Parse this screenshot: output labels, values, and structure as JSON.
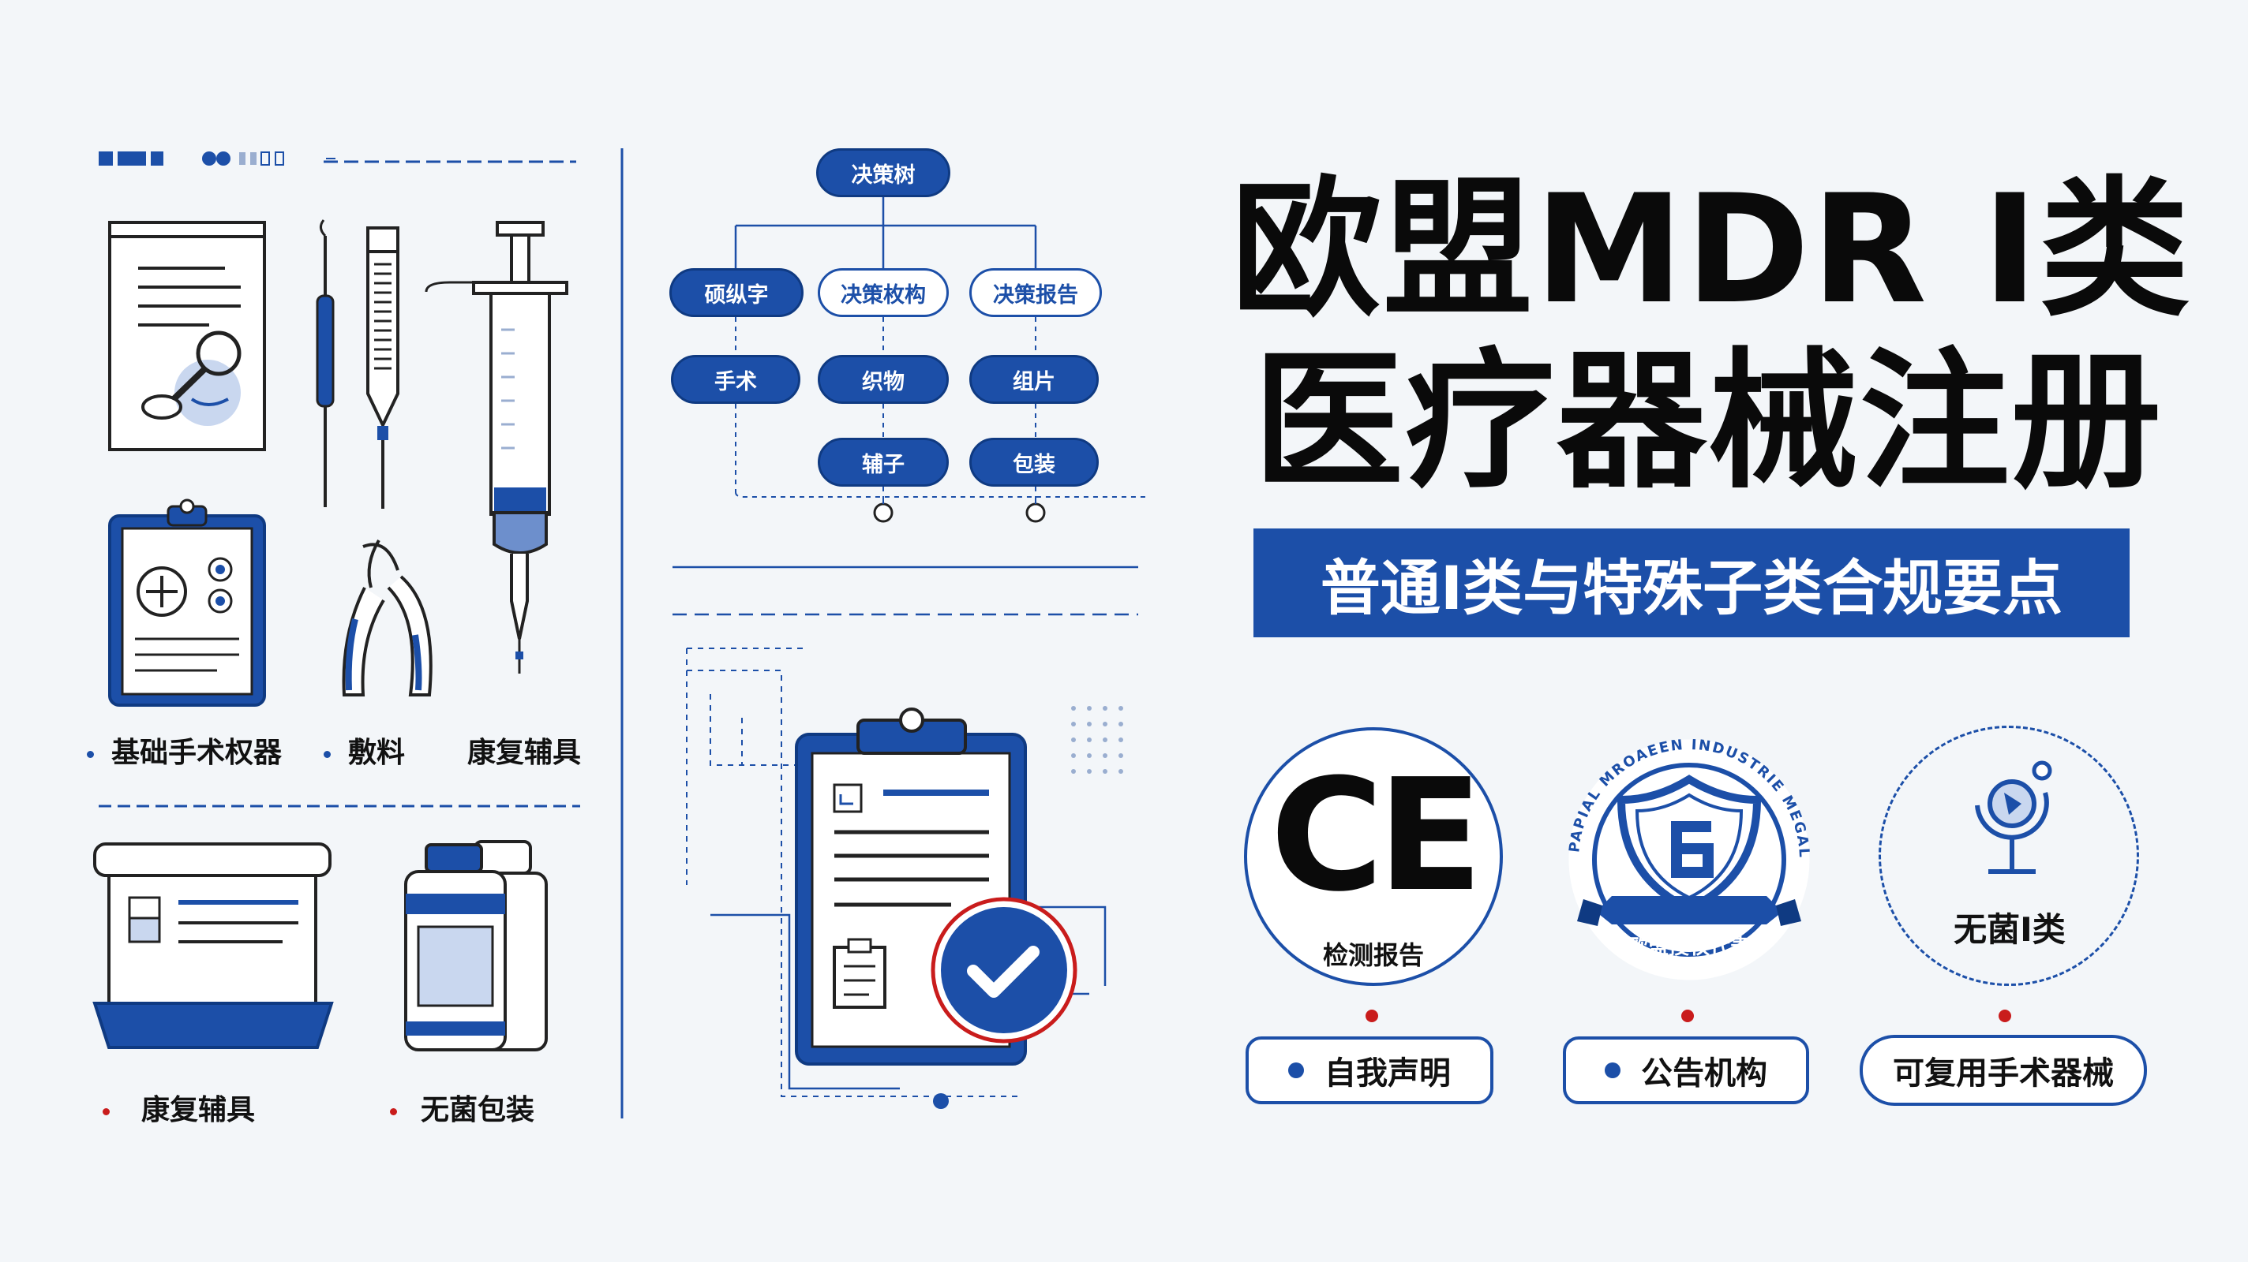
{
  "left_panel": {
    "row1_captions": [
      "基础手术权器",
      "敷料",
      "康复辅具"
    ],
    "row2_captions": [
      "康复辅具",
      "无菌包装"
    ]
  },
  "decision_tree": {
    "root": "决策树",
    "level1": [
      "硕纵字",
      "决策枚构",
      "决策报告"
    ],
    "level2": [
      "手术",
      "织物",
      "组片"
    ],
    "level3": [
      "辅子",
      "包装"
    ]
  },
  "title": {
    "line1": "欧盟MDR I类",
    "line2": "医疗器械注册",
    "banner": "普通I类与特殊子类合规要点"
  },
  "badges": {
    "ce_mark": "CE",
    "ce_label": "检测报告",
    "shield_label": "欧盟授权代表",
    "shield_ring_text": "PAPIAL MROAEEN INDUSTRIE MEGALAQ DISEQUOAM",
    "sterile_label": "无菌I类"
  },
  "tags": [
    "自我声明",
    "公告机构",
    "可复用手术器械"
  ],
  "colors": {
    "primary": "#1c4fa8",
    "accent_red": "#c91c1c",
    "background": "#f3f6f9"
  }
}
